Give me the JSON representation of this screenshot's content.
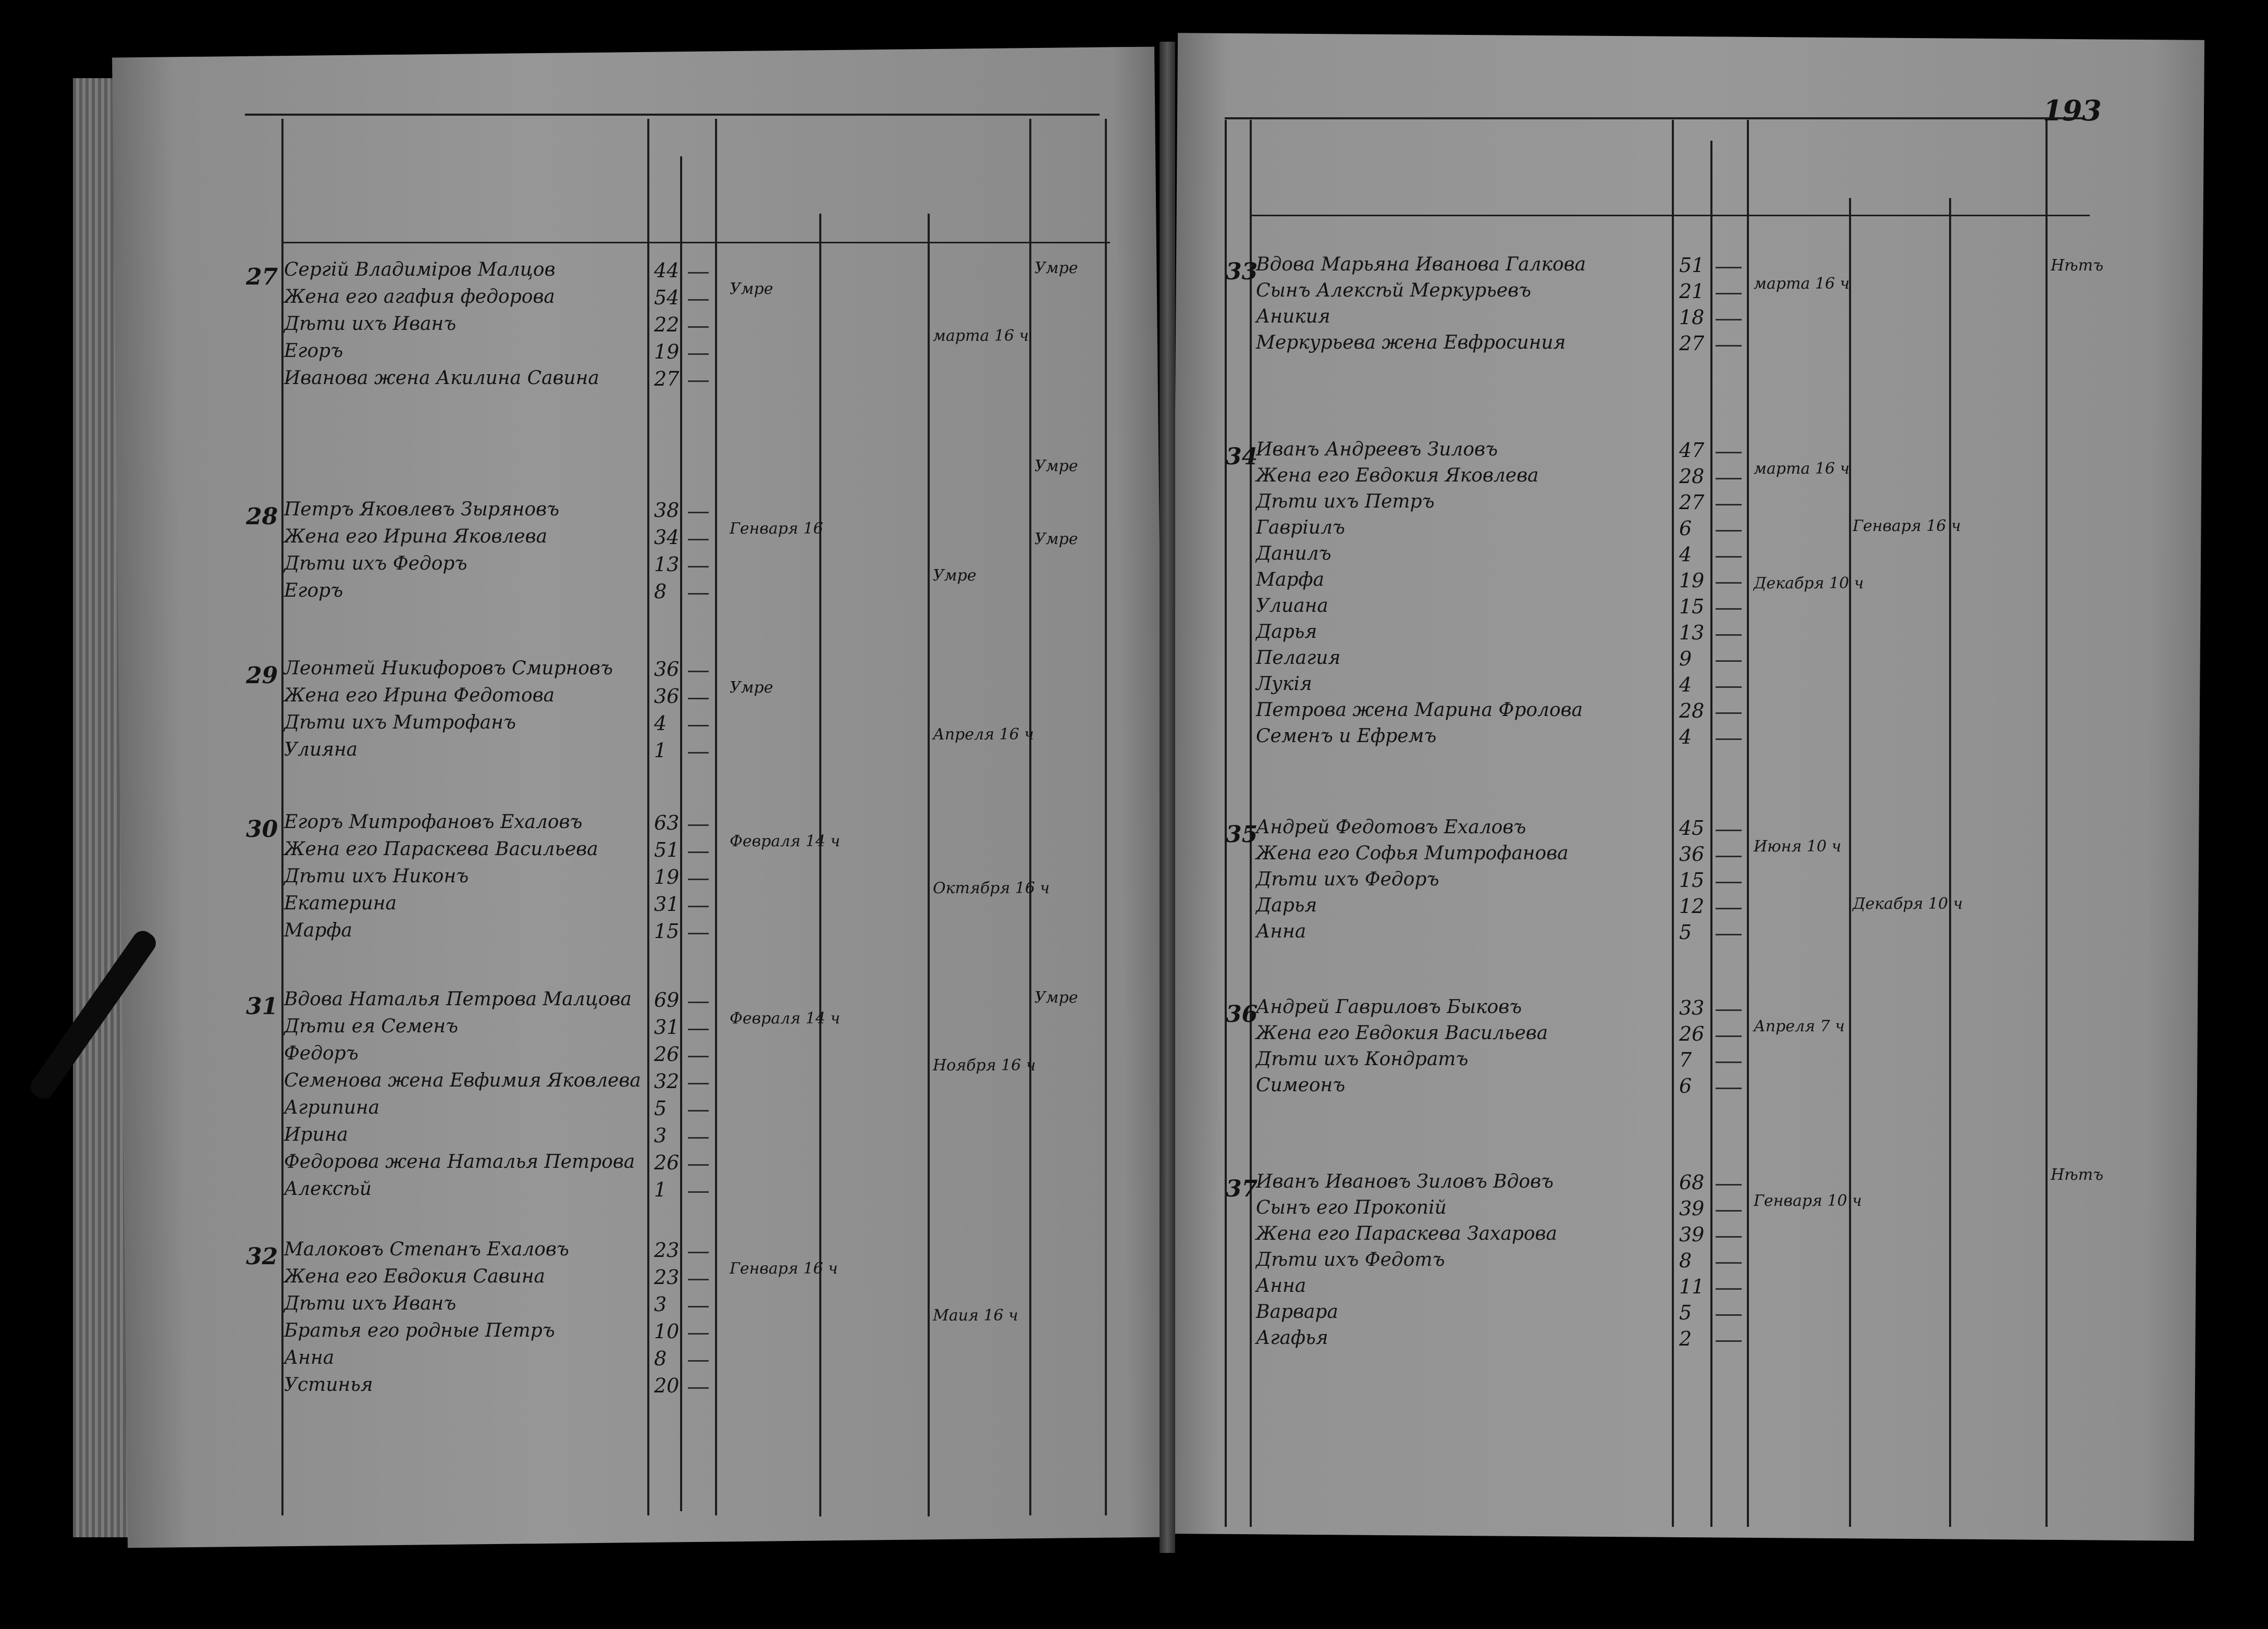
{
  "page_number": "193",
  "left_page": {
    "entries": [
      {
        "no": "27",
        "lines": [
          {
            "text": "Сергій Владиміров Малцов",
            "age": "44"
          },
          {
            "text": "Жена его агафия федорова",
            "age": "54"
          },
          {
            "text": "Дѣти ихъ Иванъ",
            "age": "22"
          },
          {
            "text": "Егоръ",
            "age": "19"
          },
          {
            "text": "Иванова жена Акилина Савина",
            "age": "27"
          }
        ],
        "notes": [
          "Умре",
          "марта 16 ч"
        ]
      },
      {
        "no": "28",
        "lines": [
          {
            "text": "Петръ Яковлевъ Зыряновъ",
            "age": "38"
          },
          {
            "text": "Жена его Ирина Яковлева",
            "age": "34"
          },
          {
            "text": "Дѣти ихъ Федоръ",
            "age": "13"
          },
          {
            "text": "Егоръ",
            "age": "8"
          }
        ],
        "notes": [
          "Генваря 16",
          "Умре"
        ]
      },
      {
        "no": "29",
        "lines": [
          {
            "text": "Леонтей Никифоровъ Смирновъ",
            "age": "36"
          },
          {
            "text": "Жена его Ирина Федотова",
            "age": "36"
          },
          {
            "text": "Дѣти ихъ Митрофанъ",
            "age": "4"
          },
          {
            "text": "Улияна",
            "age": "1"
          }
        ],
        "notes": [
          "Умре",
          "Апреля 16 ч"
        ]
      },
      {
        "no": "30",
        "lines": [
          {
            "text": "Егоръ Митрофановъ Ехаловъ",
            "age": "63"
          },
          {
            "text": "Жена его Параскева Васильева",
            "age": "51"
          },
          {
            "text": "Дѣти ихъ Никонъ",
            "age": "19"
          },
          {
            "text": "Екатерина",
            "age": "31"
          },
          {
            "text": "Марфа",
            "age": "15"
          }
        ],
        "notes": [
          "Февраля 14 ч",
          "Октября 16 ч"
        ]
      },
      {
        "no": "31",
        "lines": [
          {
            "text": "Вдова Наталья Петрова Малцова",
            "age": "69"
          },
          {
            "text": "Дѣти ея Семенъ",
            "age": "31"
          },
          {
            "text": "Федоръ",
            "age": "26"
          },
          {
            "text": "Семенова жена Евфимия Яковлева",
            "age": "32"
          },
          {
            "text": "Агрипина",
            "age": "5"
          },
          {
            "text": "Ирина",
            "age": "3"
          },
          {
            "text": "Федорова жена Наталья Петрова",
            "age": "26"
          },
          {
            "text": "Алексѣй",
            "age": "1"
          }
        ],
        "notes": [
          "Февраля 14 ч",
          "Ноября 16 ч"
        ]
      },
      {
        "no": "32",
        "lines": [
          {
            "text": "Малоковъ Степанъ Ехаловъ",
            "age": "23"
          },
          {
            "text": "Жена его Евдокия Савина",
            "age": "23"
          },
          {
            "text": "Дѣти ихъ Иванъ",
            "age": "3"
          },
          {
            "text": "Братья его родные Петръ",
            "age": "10"
          },
          {
            "text": "Анна",
            "age": "8"
          },
          {
            "text": "Устинья",
            "age": "20"
          }
        ],
        "notes": [
          "Генваря 16 ч",
          "Маия 16 ч"
        ]
      }
    ],
    "margin_marks": [
      "Умре",
      "Умре",
      "Умре",
      "Умре"
    ]
  },
  "right_page": {
    "entries": [
      {
        "no": "33",
        "lines": [
          {
            "text": "Вдова Марьяна Иванова Галкова",
            "age": "51"
          },
          {
            "text": "Сынъ Алексѣй Меркурьевъ",
            "age": "21"
          },
          {
            "text": "Аникия",
            "age": "18"
          },
          {
            "text": "Меркурьева жена Евфросиния",
            "age": "27"
          }
        ],
        "notes": [
          "марта 16 ч"
        ]
      },
      {
        "no": "34",
        "lines": [
          {
            "text": "Иванъ Андреевъ Зиловъ",
            "age": "47"
          },
          {
            "text": "Жена его Евдокия Яковлева",
            "age": "28"
          },
          {
            "text": "Дѣти ихъ Петръ",
            "age": "27"
          },
          {
            "text": "Гавріилъ",
            "age": "6"
          },
          {
            "text": "Данилъ",
            "age": "4"
          },
          {
            "text": "Марфа",
            "age": "19"
          },
          {
            "text": "Улиана",
            "age": "15"
          },
          {
            "text": "Дарья",
            "age": "13"
          },
          {
            "text": "Пелагия",
            "age": "9"
          },
          {
            "text": "Лукія",
            "age": "4"
          },
          {
            "text": "Петрова жена Марина Фролова",
            "age": "28"
          },
          {
            "text": "Семенъ и Ефремъ",
            "age": "4"
          }
        ],
        "notes": [
          "марта 16 ч",
          "Генваря 16 ч",
          "Декабря 10 ч"
        ]
      },
      {
        "no": "35",
        "lines": [
          {
            "text": "Андрей Федотовъ Ехаловъ",
            "age": "45"
          },
          {
            "text": "Жена его Софья Митрофанова",
            "age": "36"
          },
          {
            "text": "Дѣти ихъ Федоръ",
            "age": "15"
          },
          {
            "text": "Дарья",
            "age": "12"
          },
          {
            "text": "Анна",
            "age": "5"
          }
        ],
        "notes": [
          "Июня 10 ч",
          "Декабря 10 ч"
        ]
      },
      {
        "no": "36",
        "lines": [
          {
            "text": "Андрей Гавриловъ Быковъ",
            "age": "33"
          },
          {
            "text": "Жена его Евдокия Васильева",
            "age": "26"
          },
          {
            "text": "Дѣти ихъ Кондратъ",
            "age": "7"
          },
          {
            "text": "Симеонъ",
            "age": "6"
          }
        ],
        "notes": [
          "Апреля 7 ч"
        ]
      },
      {
        "no": "37",
        "lines": [
          {
            "text": "Иванъ Ивановъ Зиловъ Вдовъ",
            "age": "68"
          },
          {
            "text": "Сынъ его Прокопій",
            "age": "39"
          },
          {
            "text": "Жена его Параскева Захарова",
            "age": "39"
          },
          {
            "text": "Дѣти ихъ Федотъ",
            "age": "8"
          },
          {
            "text": "Анна",
            "age": "11"
          },
          {
            "text": "Варвара",
            "age": "5"
          },
          {
            "text": "Агафья",
            "age": "2"
          }
        ],
        "notes": [
          "Генваря 10 ч"
        ]
      }
    ],
    "margin_marks": [
      "Нѣтъ",
      "Нѣтъ"
    ]
  }
}
